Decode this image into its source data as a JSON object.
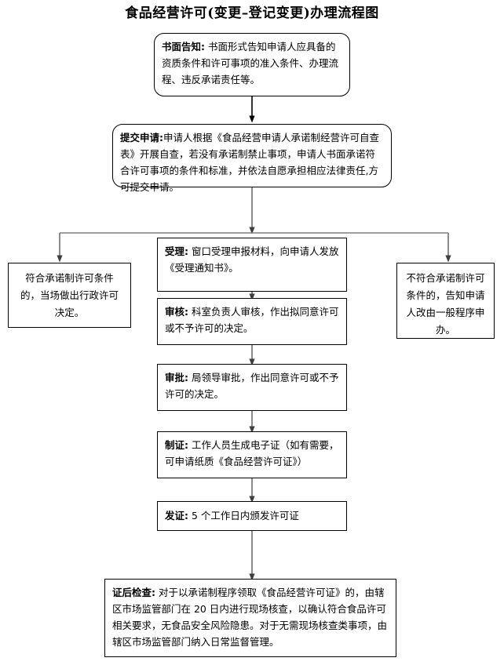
{
  "title": "食品经营许可(变更–登记变更)办理流程图",
  "nodes": {
    "notice": {
      "label": "书面告知:",
      "text": " 书面形式告知申请人应具备的资质条件和许可事项的准入条件、办理流程、违反承诺责任等。"
    },
    "apply": {
      "label": "提交申请:",
      "text": "申请人根据《食品经营申请人承诺制经营许可自查表》开展自查，若没有承诺制禁止事项，申请人书面承诺符合许可事项的条件和标准，并依法自愿承担相应法律责任,方可提交申请。"
    },
    "qualified": {
      "text": "符合承诺制许可条件的，当场做出行政许可决定。"
    },
    "unqualified": {
      "text": "不符合承诺制许可条件的，告知申请人改由一般程序申办。"
    },
    "accept": {
      "label": "受理:",
      "text": " 窗口受理申报材料，向申请人发放《受理通知书》。"
    },
    "review": {
      "label": "审核:",
      "text": " 科室负责人审核，作出拟同意许可或不予许可的决定。"
    },
    "approve": {
      "label": "审批:",
      "text": " 局领导审批，作出同意许可或不予许可的决定。"
    },
    "make_cert": {
      "label": "制证:",
      "text": " 工作人员生成电子证（如有需要，可申请纸质《食品经营许可证》）"
    },
    "issue_cert": {
      "label": "发证:",
      "text": " 5 个工作日内颁发许可证"
    },
    "post_check": {
      "label": "证后检查:",
      "text": " 对于以承诺制程序领取《食品经营许可证》的，由辖区市场监管部门在 20 日内进行现场核查，以确认符合食品许可相关要求，无食品安全风险隐患。对于无需现场核查类事项，由辖区市场监管部门纳入日常监督管理。"
    }
  },
  "colors": {
    "line": "#000000",
    "branch_line": "#7f7f7f",
    "box_border": "#000000",
    "background": "#ffffff",
    "text": "#000000"
  },
  "chart_data": {
    "type": "diagram",
    "diagram_type": "flowchart",
    "orientation": "top-to-bottom",
    "title": "食品经营许可(变更–登记变更)办理流程图",
    "steps": [
      "书面告知",
      "提交申请",
      "受理",
      "审核",
      "审批",
      "制证",
      "发证",
      "证后检查"
    ],
    "branches": [
      "符合承诺制许可条件的，当场做出行政许可决定。",
      "不符合承诺制许可条件的，告知申请人改由一般程序申办。"
    ],
    "edges": [
      {
        "from": "书面告知",
        "to": "提交申请"
      },
      {
        "from": "提交申请",
        "to": "符合承诺制许可条件的"
      },
      {
        "from": "提交申请",
        "to": "受理"
      },
      {
        "from": "提交申请",
        "to": "不符合承诺制许可条件的"
      },
      {
        "from": "受理",
        "to": "审核"
      },
      {
        "from": "审核",
        "to": "审批"
      },
      {
        "from": "审批",
        "to": "制证"
      },
      {
        "from": "制证",
        "to": "发证"
      },
      {
        "from": "发证",
        "to": "证后检查"
      }
    ]
  }
}
